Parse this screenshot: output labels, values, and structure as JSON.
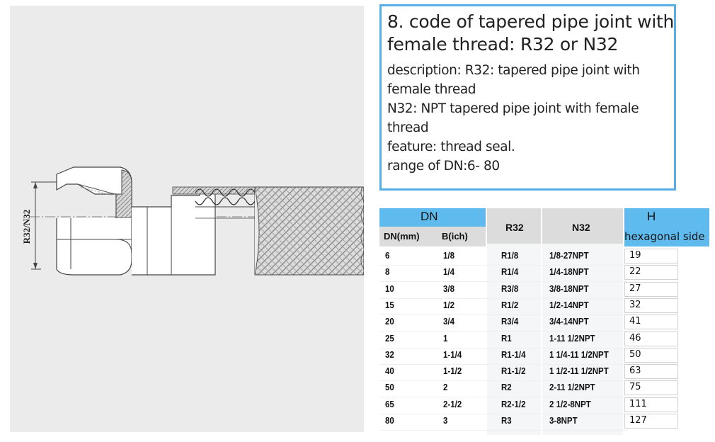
{
  "drawing": {
    "dimension_label": "R32/N32"
  },
  "description": {
    "title": "8. code of tapered pipe joint with female thread: R32 or N32",
    "lines": [
      "description: R32: tapered pipe joint with",
      "female thread",
      "N32: NPT tapered pipe joint with female",
      "thread",
      "feature: thread seal.",
      "range of DN:6- 80"
    ]
  },
  "table": {
    "headers": {
      "dn": "DN",
      "dn_mm": "DN(mm)",
      "b_inch": "B(ich)",
      "r32": "R32",
      "n32": "N32",
      "h": "H",
      "h_sub": "hexagonal side"
    },
    "rows": [
      {
        "dn": "6",
        "b": "1/8",
        "r32": "R1/8",
        "n32": "1/8-27NPT",
        "h": "19"
      },
      {
        "dn": "8",
        "b": "1/4",
        "r32": "R1/4",
        "n32": "1/4-18NPT",
        "h": "22"
      },
      {
        "dn": "10",
        "b": "3/8",
        "r32": "R3/8",
        "n32": "3/8-18NPT",
        "h": "27"
      },
      {
        "dn": "15",
        "b": "1/2",
        "r32": "R1/2",
        "n32": "1/2-14NPT",
        "h": "32"
      },
      {
        "dn": "20",
        "b": "3/4",
        "r32": "R3/4",
        "n32": "3/4-14NPT",
        "h": "41"
      },
      {
        "dn": "25",
        "b": "1",
        "r32": "R1",
        "n32": "1-11 1/2NPT",
        "h": "46"
      },
      {
        "dn": "32",
        "b": "1-1/4",
        "r32": "R1-1/4",
        "n32": "1 1/4-11 1/2NPT",
        "h": "50"
      },
      {
        "dn": "40",
        "b": "1-1/2",
        "r32": "R1-1/2",
        "n32": "1 1/2-11 1/2NPT",
        "h": "63"
      },
      {
        "dn": "50",
        "b": "2",
        "r32": "R2",
        "n32": "2-11 1/2NPT",
        "h": "75"
      },
      {
        "dn": "65",
        "b": "2-1/2",
        "r32": "R2-1/2",
        "n32": "2 1/2-8NPT",
        "h": "111"
      },
      {
        "dn": "80",
        "b": "3",
        "r32": "R3",
        "n32": "3-8NPT",
        "h": "127"
      }
    ]
  },
  "colors": {
    "accent_blue": "#5fbbee",
    "box_border": "#55aee6",
    "header_grey": "#dcdcdc",
    "drawing_bg": "#ebebeb"
  }
}
